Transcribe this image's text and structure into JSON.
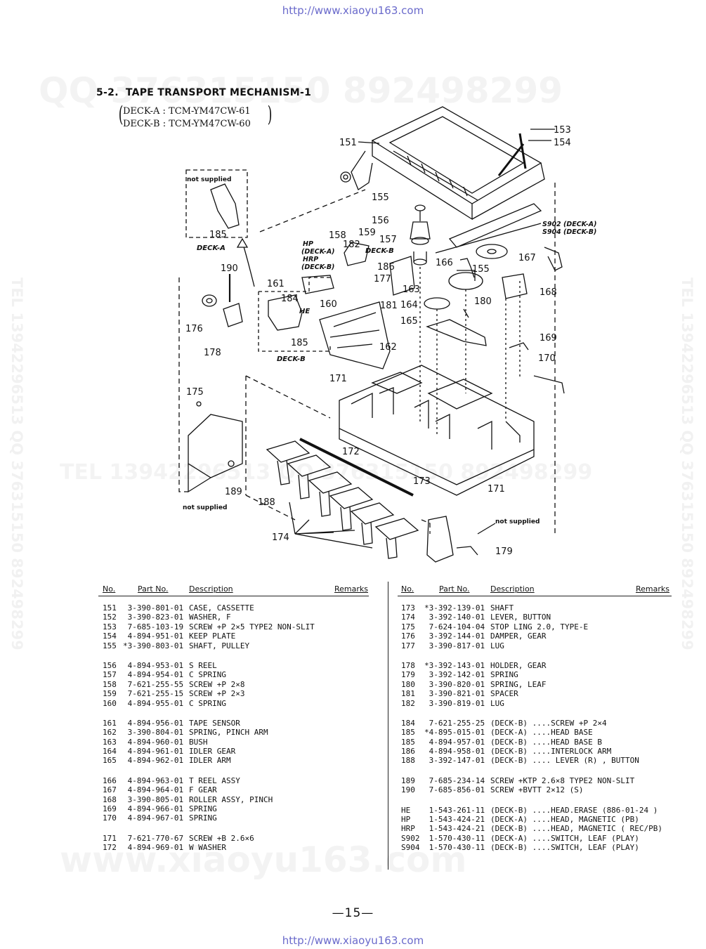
{
  "urls": {
    "top": "http://www.xiaoyu163.com",
    "bottom": "http://www.xiaoyu163.com"
  },
  "watermarks": {
    "qq_line": "QQ 376315150   892498299",
    "tel_line": "TEL 13942296513   QQ 376315150   892498299",
    "www_line": "www.xiaoyu163.com",
    "side_left": "TEL 13942296513   QQ 376315150   892498299",
    "side_right": "TEL 13942296513   QQ 376315150   892498299"
  },
  "heading": {
    "number": "5-2.",
    "text": "TAPE TRANSPORT MECHANISM-1"
  },
  "deck_models": {
    "a": "DECK-A : TCM-YM47CW-61",
    "b": "DECK-B : TCM-YM47CW-60"
  },
  "diagram_labels": {
    "p151": "151",
    "p153": "153",
    "p154": "154",
    "p155a": "155",
    "p155b": "155",
    "p156": "156",
    "p157": "157",
    "p158": "158",
    "p159": "159",
    "p160": "160",
    "p161": "161",
    "p162": "162",
    "p163": "163",
    "p164": "164",
    "p165": "165",
    "p166": "166",
    "p167": "167",
    "p168": "168",
    "p169": "169",
    "p170": "170",
    "p171a": "171",
    "p171b": "171",
    "p172": "172",
    "p173": "173",
    "p174": "174",
    "p175": "175",
    "p176": "176",
    "p177": "177",
    "p178": "178",
    "p179": "179",
    "p180": "180",
    "p181": "181",
    "p182": "182",
    "p184": "184",
    "p185a": "185",
    "p185b": "185",
    "p186": "186",
    "p188": "188",
    "p189": "189",
    "p190": "190",
    "he": "HE",
    "s902": "S902 (DECK-A)",
    "s904": "S904 (DECK-B)",
    "hp1": "HP",
    "hp2": "(DECK-A)",
    "hrp1": "HRP",
    "hrp2": "(DECK-B)",
    "deckb_small": "DECK-B",
    "not_supplied_1": "not supplied",
    "not_supplied_2": "not supplied",
    "not_supplied_3": "not supplied",
    "deck_a_box": "DECK-A",
    "deck_b_box": "DECK-B"
  },
  "table_headers": {
    "no": "No.",
    "part": "Part No.",
    "desc": "Description",
    "remarks": "Remarks"
  },
  "left_groups": [
    [
      {
        "no": "151",
        "part": " 3-390-801-01",
        "desc": "CASE, CASSETTE"
      },
      {
        "no": "152",
        "part": " 3-390-823-01",
        "desc": "WASHER, F"
      },
      {
        "no": "153",
        "part": " 7-685-103-19",
        "desc": "SCREW +P  2×5  TYPE2 NON-SLIT"
      },
      {
        "no": "154",
        "part": " 4-894-951-01",
        "desc": "KEEP PLATE"
      },
      {
        "no": "155",
        "part": "*3-390-803-01",
        "desc": "SHAFT, PULLEY"
      }
    ],
    [
      {
        "no": "156",
        "part": " 4-894-953-01",
        "desc": "S REEL"
      },
      {
        "no": "157",
        "part": " 4-894-954-01",
        "desc": "C SPRING"
      },
      {
        "no": "158",
        "part": " 7-621-255-55",
        "desc": "SCREW +P  2×8"
      },
      {
        "no": "159",
        "part": " 7-621-255-15",
        "desc": "SCREW +P  2×3"
      },
      {
        "no": "160",
        "part": " 4-894-955-01",
        "desc": "C SPRING"
      }
    ],
    [
      {
        "no": "161",
        "part": " 4-894-956-01",
        "desc": "TAPE SENSOR"
      },
      {
        "no": "162",
        "part": " 3-390-804-01",
        "desc": "SPRING, PINCH ARM"
      },
      {
        "no": "163",
        "part": " 4-894-960-01",
        "desc": "BUSH"
      },
      {
        "no": "164",
        "part": " 4-894-961-01",
        "desc": "IDLER GEAR"
      },
      {
        "no": "165",
        "part": " 4-894-962-01",
        "desc": "IDLER ARM"
      }
    ],
    [
      {
        "no": "166",
        "part": " 4-894-963-01",
        "desc": "T REEL ASSY"
      },
      {
        "no": "167",
        "part": " 4-894-964-01",
        "desc": "F GEAR"
      },
      {
        "no": "168",
        "part": " 3-390-805-01",
        "desc": "ROLLER ASSY, PINCH"
      },
      {
        "no": "169",
        "part": " 4-894-966-01",
        "desc": "SPRING"
      },
      {
        "no": "170",
        "part": " 4-894-967-01",
        "desc": "SPRING"
      }
    ],
    [
      {
        "no": "171",
        "part": " 7-621-770-67",
        "desc": "SCREW +B  2.6×6"
      },
      {
        "no": "172",
        "part": " 4-894-969-01",
        "desc": "W WASHER"
      }
    ]
  ],
  "right_groups": [
    [
      {
        "no": "173",
        "part": "*3-392-139-01",
        "desc": "SHAFT"
      },
      {
        "no": "174",
        "part": " 3-392-140-01",
        "desc": "LEVER, BUTTON"
      },
      {
        "no": "175",
        "part": " 7-624-104-04",
        "desc": "STOP LING 2.0, TYPE-E"
      },
      {
        "no": "176",
        "part": " 3-392-144-01",
        "desc": "DAMPER, GEAR"
      },
      {
        "no": "177",
        "part": " 3-390-817-01",
        "desc": "LUG"
      }
    ],
    [
      {
        "no": "178",
        "part": "*3-392-143-01",
        "desc": "HOLDER, GEAR"
      },
      {
        "no": "179",
        "part": " 3-392-142-01",
        "desc": "SPRING"
      },
      {
        "no": "180",
        "part": " 3-390-820-01",
        "desc": "SPRING, LEAF"
      },
      {
        "no": "181",
        "part": " 3-390-821-01",
        "desc": "SPACER"
      },
      {
        "no": "182",
        "part": " 3-390-819-01",
        "desc": "LUG"
      }
    ],
    [
      {
        "no": "184",
        "part": " 7-621-255-25",
        "desc": "(DECK-B) ....SCREW +P  2×4"
      },
      {
        "no": "185",
        "part": "*4-895-015-01",
        "desc": "(DECK-A) ....HEAD BASE"
      },
      {
        "no": "185",
        "part": " 4-894-957-01",
        "desc": "(DECK-B) ....HEAD BASE B"
      },
      {
        "no": "186",
        "part": " 4-894-958-01",
        "desc": "(DECK-B) ....INTERLOCK ARM"
      },
      {
        "no": "188",
        "part": " 3-392-147-01",
        "desc": "(DECK-B) .... LEVER (R) , BUTTON"
      }
    ],
    [
      {
        "no": "189",
        "part": " 7-685-234-14",
        "desc": "SCREW +KTP  2.6×8 TYPE2 NON-SLIT"
      },
      {
        "no": "190",
        "part": " 7-685-856-01",
        "desc": "SCREW +BVTT 2×12 (S)"
      }
    ],
    [
      {
        "no": "HE",
        "part": " 1-543-261-11",
        "desc": "(DECK-B) ....HEAD.ERASE (886-01-24 )"
      },
      {
        "no": "HP",
        "part": " 1-543-424-21",
        "desc": "(DECK-A) ....HEAD, MAGNETIC (PB)"
      },
      {
        "no": "HRP",
        "part": " 1-543-424-21",
        "desc": "(DECK-B) ....HEAD, MAGNETIC ( REC/PB)"
      },
      {
        "no": "S902",
        "part": " 1-570-430-11",
        "desc": "(DECK-A) ....SWITCH, LEAF (PLAY)"
      },
      {
        "no": "S904",
        "part": " 1-570-430-11",
        "desc": "(DECK-B) ....SWITCH, LEAF (PLAY)"
      }
    ]
  ],
  "page_number": "—15—"
}
